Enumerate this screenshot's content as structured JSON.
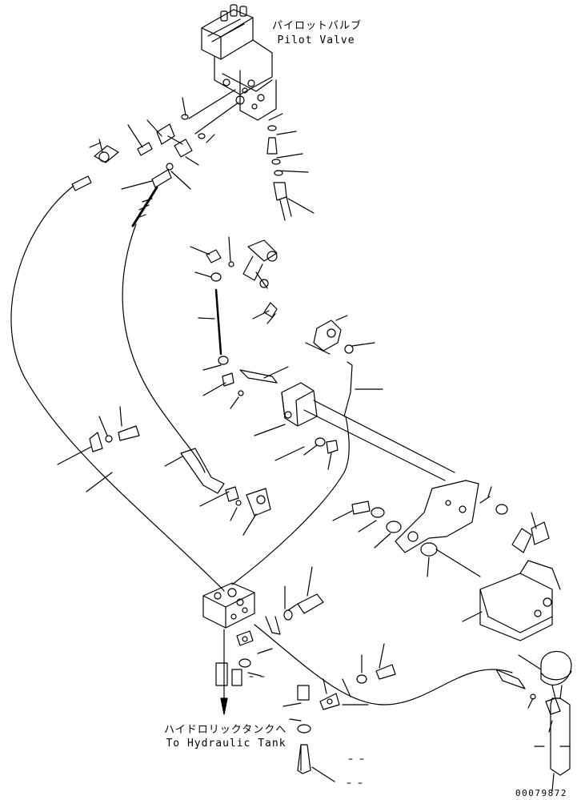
{
  "labels": {
    "pilot_valve_jp": "パイロットバルブ",
    "pilot_valve_en": "Pilot Valve",
    "to_tank_jp": "ハイドロリックタンクへ",
    "to_tank_en": "To Hydraulic Tank",
    "drawing_number": "00079872"
  },
  "colors": {
    "line": "#000000",
    "background": "#ffffff"
  }
}
